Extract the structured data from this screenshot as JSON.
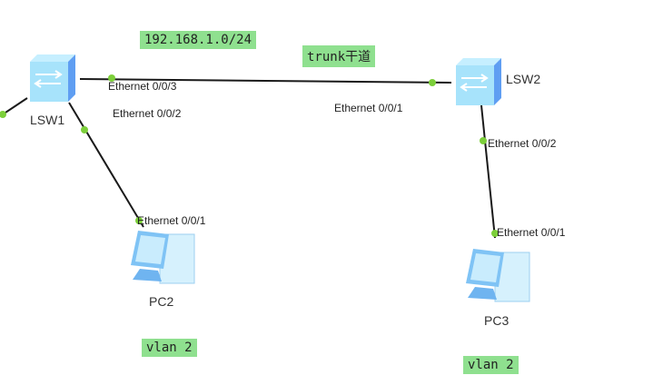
{
  "devices": {
    "lsw1": {
      "label": "LSW1"
    },
    "lsw2": {
      "label": "LSW2"
    },
    "pc2": {
      "label": "PC2"
    },
    "pc3": {
      "label": "PC3"
    }
  },
  "ports": {
    "lsw1_e003": "Ethernet 0/0/3",
    "lsw1_e002": "Ethernet 0/0/2",
    "lsw2_e001": "Ethernet 0/0/1",
    "lsw2_e002": "Ethernet 0/0/2",
    "pc2_e001": "Ethernet 0/0/1",
    "pc3_e001": "Ethernet 0/0/1"
  },
  "notes": {
    "subnet": "192.168.1.0/24",
    "trunk": "trunk干道",
    "pc2_vlan": "vlan 2",
    "pc3_vlan": "vlan 2"
  },
  "colors": {
    "link": "#1a1a1a",
    "port_dot": "#7ccf3a",
    "note_bg": "#8fe08f"
  }
}
